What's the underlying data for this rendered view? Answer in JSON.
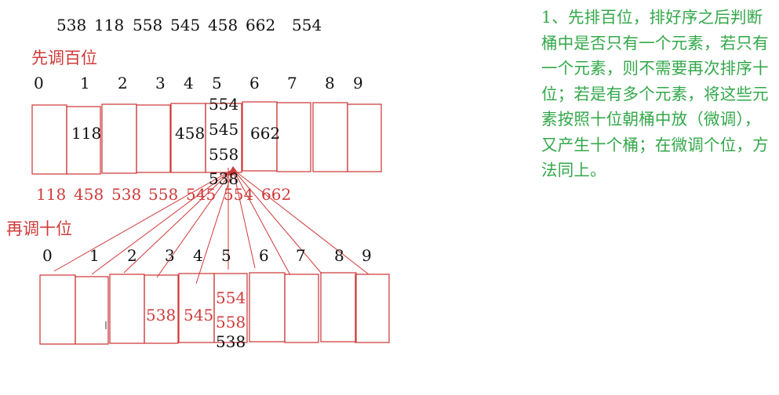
{
  "input_sequence": [
    "538",
    "118",
    "558",
    "545",
    "458",
    "662",
    "554"
  ],
  "step1": {
    "label": "先调百位",
    "bucket_indices": [
      "0",
      "1",
      "2",
      "3",
      "4",
      "5",
      "6",
      "7",
      "8",
      "9"
    ],
    "bucket_contents": [
      [],
      [
        "118"
      ],
      [],
      [],
      [
        "458"
      ],
      [
        "554",
        "545",
        "558",
        "538"
      ],
      [
        "662"
      ],
      [],
      [],
      []
    ],
    "result_sequence": [
      "118",
      "458",
      "538",
      "558",
      "545",
      "554",
      "662"
    ]
  },
  "step2": {
    "label": "再调十位",
    "bucket_indices": [
      "0",
      "1",
      "2",
      "3",
      "4",
      "5",
      "6",
      "7",
      "8",
      "9"
    ],
    "bucket_contents": [
      [],
      [],
      [],
      [
        "538"
      ],
      [
        "545"
      ],
      [
        "554",
        "558"
      ],
      [],
      [],
      [],
      []
    ],
    "bucket5_overflow": "538"
  },
  "note": "1、先排百位，排好序之后判断桶中是否只有一个元素，若只有一个元素，则不需要再次排序十位；若是有多个元素，将这些元素按照十位朝桶中放（微调），又产生十个桶；在微调个位，方法同上。",
  "colors": {
    "text": "#111111",
    "red": "#d03a3a",
    "note": "#33a84a",
    "box_border": "#cc3333"
  }
}
